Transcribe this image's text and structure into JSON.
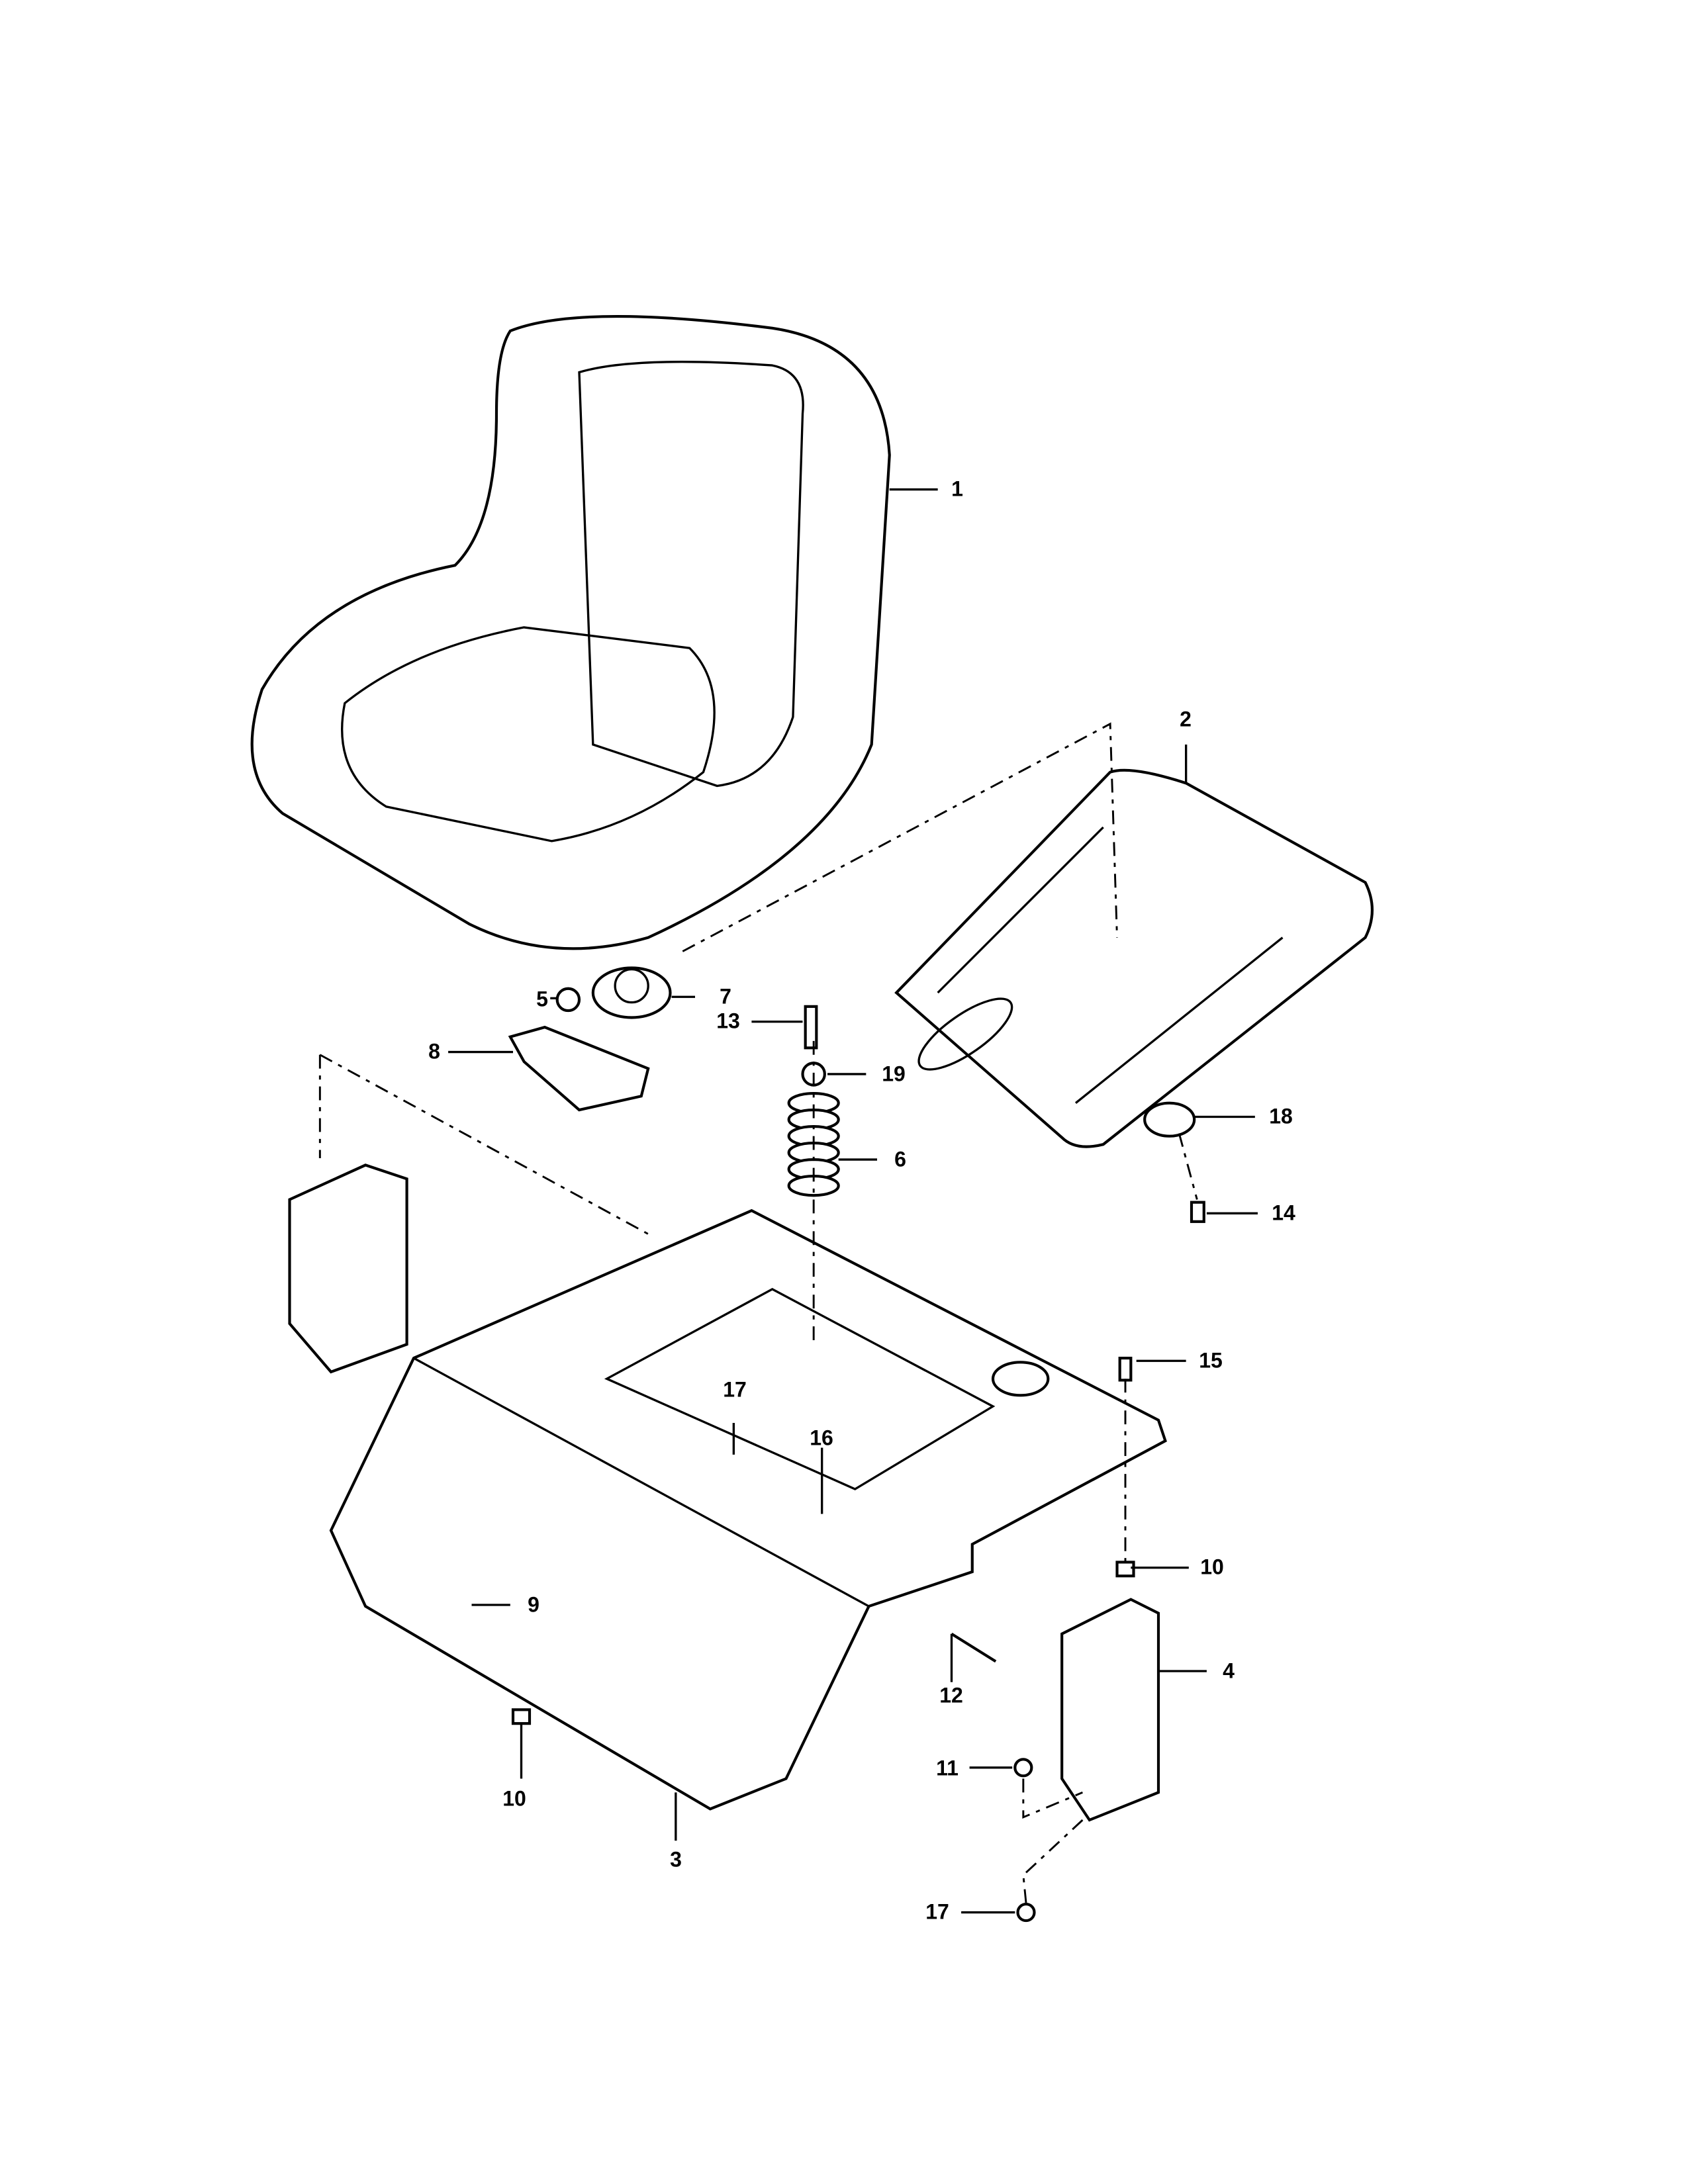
{
  "diagram": {
    "callouts": [
      {
        "id": "1",
        "label": "1"
      },
      {
        "id": "2",
        "label": "2"
      },
      {
        "id": "3",
        "label": "3"
      },
      {
        "id": "4",
        "label": "4"
      },
      {
        "id": "5",
        "label": "5"
      },
      {
        "id": "6",
        "label": "6"
      },
      {
        "id": "7",
        "label": "7"
      },
      {
        "id": "8",
        "label": "8"
      },
      {
        "id": "9",
        "label": "9"
      },
      {
        "id": "10a",
        "label": "10"
      },
      {
        "id": "10b",
        "label": "10"
      },
      {
        "id": "11",
        "label": "11"
      },
      {
        "id": "12",
        "label": "12"
      },
      {
        "id": "13",
        "label": "13"
      },
      {
        "id": "14",
        "label": "14"
      },
      {
        "id": "15",
        "label": "15"
      },
      {
        "id": "16",
        "label": "16"
      },
      {
        "id": "17a",
        "label": "17"
      },
      {
        "id": "17b",
        "label": "17"
      },
      {
        "id": "18",
        "label": "18"
      },
      {
        "id": "19",
        "label": "19"
      }
    ]
  }
}
